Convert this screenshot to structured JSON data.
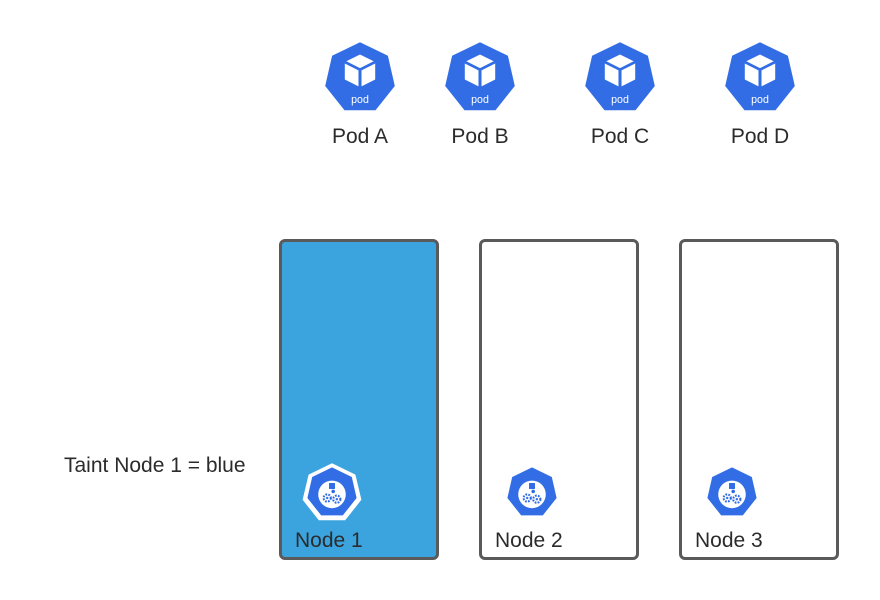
{
  "pods": [
    {
      "label": "Pod A",
      "icon_text": "pod",
      "icon": "kubernetes-pod-icon"
    },
    {
      "label": "Pod B",
      "icon_text": "pod",
      "icon": "kubernetes-pod-icon"
    },
    {
      "label": "Pod C",
      "icon_text": "pod",
      "icon": "kubernetes-pod-icon"
    },
    {
      "label": "Pod D",
      "icon_text": "pod",
      "icon": "kubernetes-pod-icon"
    }
  ],
  "nodes": [
    {
      "label": "Node 1",
      "tainted": true,
      "icon": "kubernetes-node-icon"
    },
    {
      "label": "Node 2",
      "tainted": false,
      "icon": "kubernetes-node-icon"
    },
    {
      "label": "Node 3",
      "tainted": false,
      "icon": "kubernetes-node-icon"
    }
  ],
  "taint_note": "Taint Node 1 = blue",
  "colors": {
    "k8s_blue": "#326de6",
    "taint_blue": "#3ba4de",
    "node_border": "#5a5a5a",
    "text": "#2b2b2b"
  }
}
